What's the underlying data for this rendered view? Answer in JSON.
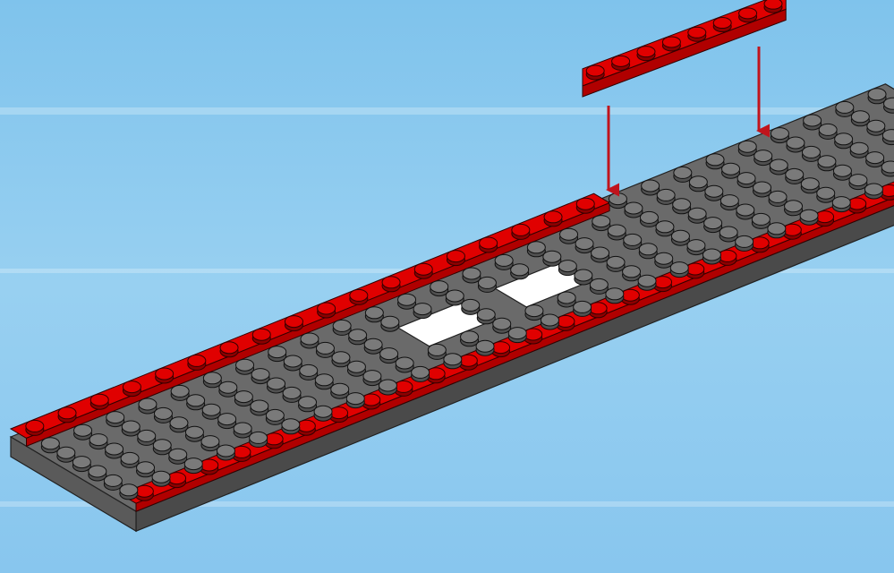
{
  "scene": {
    "type": "lego-instruction-step",
    "background_color": "#8ec9ef",
    "colors": {
      "red": "#e00000",
      "red_dark": "#8c0000",
      "red_side": "#b00000",
      "gray_top": "#6a6a6a",
      "gray_side": "#4a4a4a",
      "stud": "#505050",
      "stud_top": "#7a7a7a",
      "arrow": "#c0141c"
    },
    "parts": [
      {
        "name": "base-plate",
        "color": "gray"
      },
      {
        "name": "red-plate-rows",
        "color": "red"
      },
      {
        "name": "red-plate-1x8",
        "color": "red",
        "studs": 8
      }
    ],
    "arrows": 2
  }
}
